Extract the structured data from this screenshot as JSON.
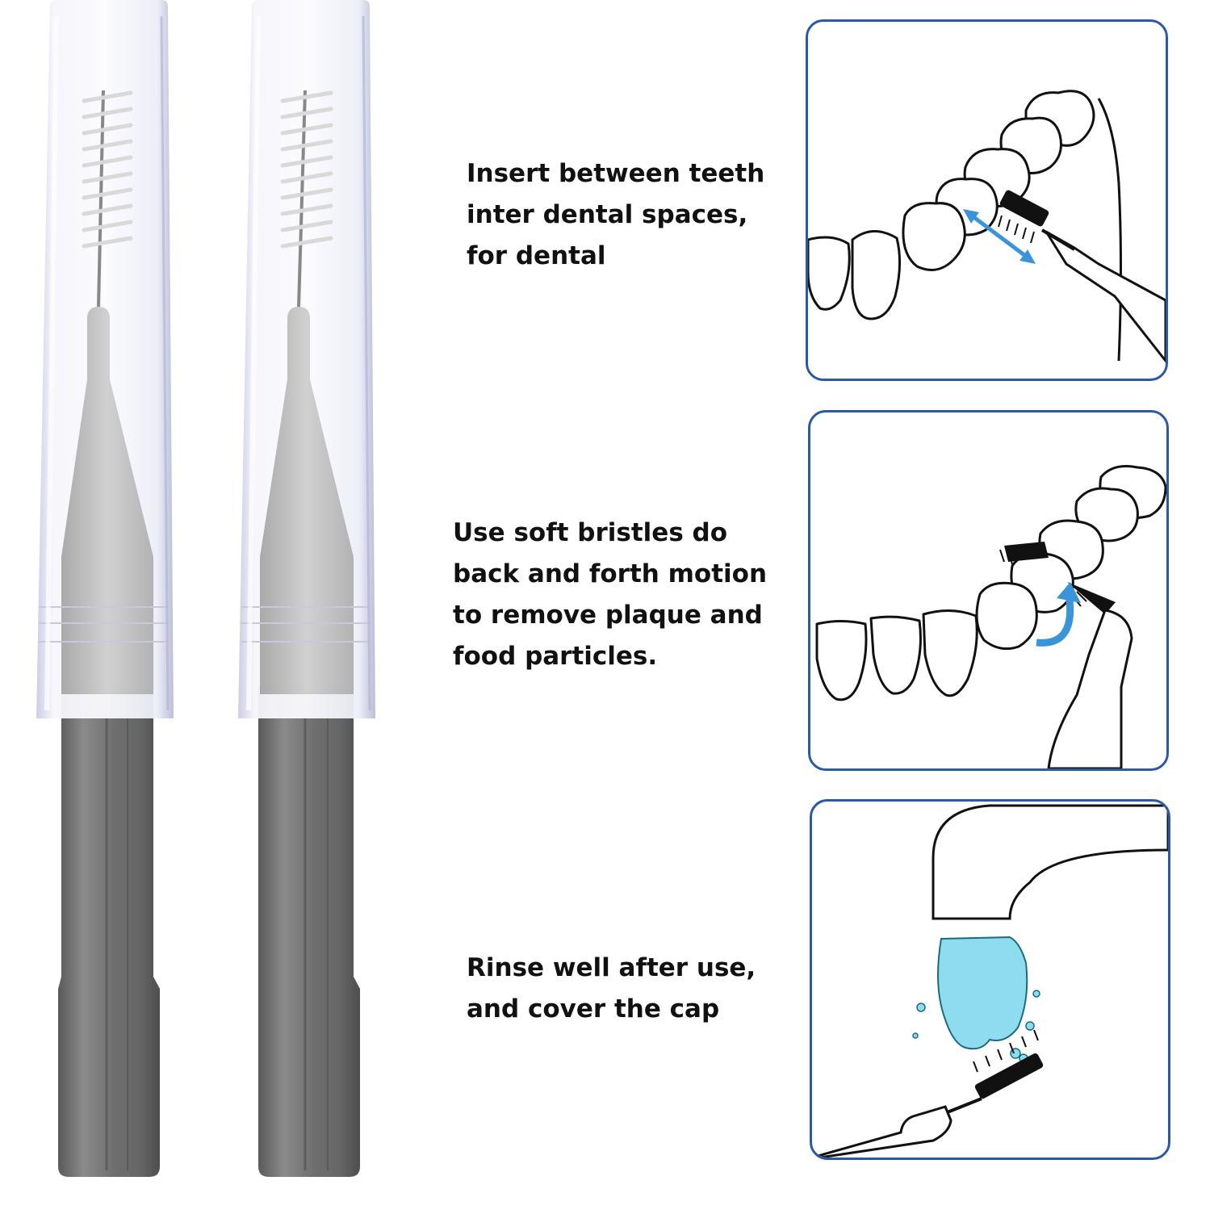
{
  "steps": [
    {
      "text": "Insert between teeth\ninter dental spaces,\nfor dental",
      "illustration": "brush-between-teeth-icon"
    },
    {
      "text": "Use soft bristles do\nback and forth motion\nto remove plaque and\nfood particles.",
      "illustration": "back-and-forth-motion-icon"
    },
    {
      "text": "Rinse well after use,\nand cover the cap",
      "illustration": "rinse-under-faucet-icon"
    }
  ],
  "colors": {
    "panel_border": "#2a59a6",
    "arrow_blue": "#3a95d8",
    "water": "#8fdcef",
    "handle_gray": "#707070",
    "cap_tint": "#e8e9f4"
  },
  "products": [
    {
      "name": "interdental-brush-with-cap"
    },
    {
      "name": "interdental-brush-with-cap"
    }
  ]
}
